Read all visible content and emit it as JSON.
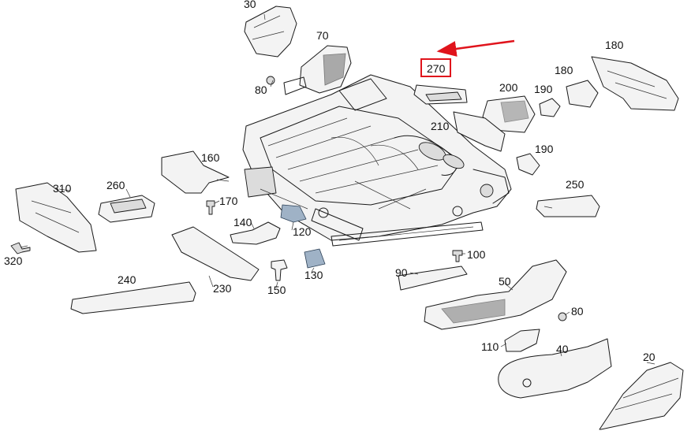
{
  "diagram": {
    "accent_color": "#e0141c",
    "highlighted_part": "270",
    "parts": [
      {
        "id": "p30",
        "label": "30"
      },
      {
        "id": "p70",
        "label": "70"
      },
      {
        "id": "p80a",
        "label": "80"
      },
      {
        "id": "p270",
        "label": "270"
      },
      {
        "id": "p180a",
        "label": "180"
      },
      {
        "id": "p180b",
        "label": "180"
      },
      {
        "id": "p200",
        "label": "200"
      },
      {
        "id": "p190a",
        "label": "190"
      },
      {
        "id": "p210",
        "label": "210"
      },
      {
        "id": "p190b",
        "label": "190"
      },
      {
        "id": "p160",
        "label": "160"
      },
      {
        "id": "p310",
        "label": "310"
      },
      {
        "id": "p260",
        "label": "260"
      },
      {
        "id": "p170",
        "label": "170"
      },
      {
        "id": "p250",
        "label": "250"
      },
      {
        "id": "p140",
        "label": "140"
      },
      {
        "id": "p120",
        "label": "120"
      },
      {
        "id": "p320",
        "label": "320"
      },
      {
        "id": "p100",
        "label": "100"
      },
      {
        "id": "p130",
        "label": "130"
      },
      {
        "id": "p90",
        "label": "90"
      },
      {
        "id": "p240",
        "label": "240"
      },
      {
        "id": "p50",
        "label": "50"
      },
      {
        "id": "p230",
        "label": "230"
      },
      {
        "id": "p150",
        "label": "150"
      },
      {
        "id": "p80b",
        "label": "80"
      },
      {
        "id": "p110",
        "label": "110"
      },
      {
        "id": "p40",
        "label": "40"
      },
      {
        "id": "p20",
        "label": "20"
      }
    ]
  }
}
